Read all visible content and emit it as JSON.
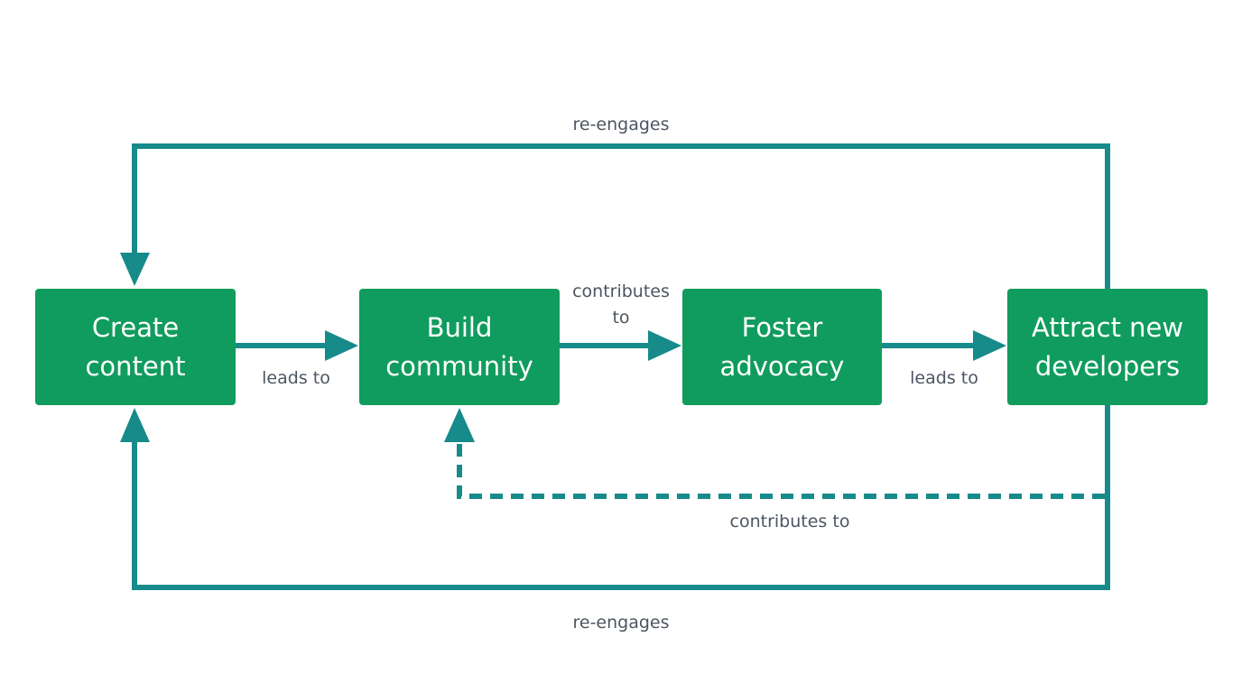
{
  "colors": {
    "node_fill": "#109c5e",
    "node_text": "#ffffff",
    "connector": "#178a8a",
    "label_text": "#4d5561",
    "background": "#ffffff"
  },
  "nodes": {
    "create_content": {
      "line1": "Create",
      "line2": "content"
    },
    "build_community": {
      "line1": "Build",
      "line2": "community"
    },
    "foster_advocacy": {
      "line1": "Foster",
      "line2": "advocacy"
    },
    "attract_developers": {
      "line1": "Attract new",
      "line2": "developers"
    }
  },
  "edges": {
    "create_to_build": {
      "label": "leads to",
      "style": "solid"
    },
    "build_to_foster": {
      "line1": "contributes",
      "line2": "to",
      "style": "solid"
    },
    "foster_to_attract": {
      "label": "leads to",
      "style": "solid"
    },
    "attract_to_create_top": {
      "label": "re-engages",
      "style": "solid"
    },
    "attract_to_create_bottom": {
      "label": "re-engages",
      "style": "solid"
    },
    "attract_to_build": {
      "label": "contributes to",
      "style": "dashed"
    }
  }
}
